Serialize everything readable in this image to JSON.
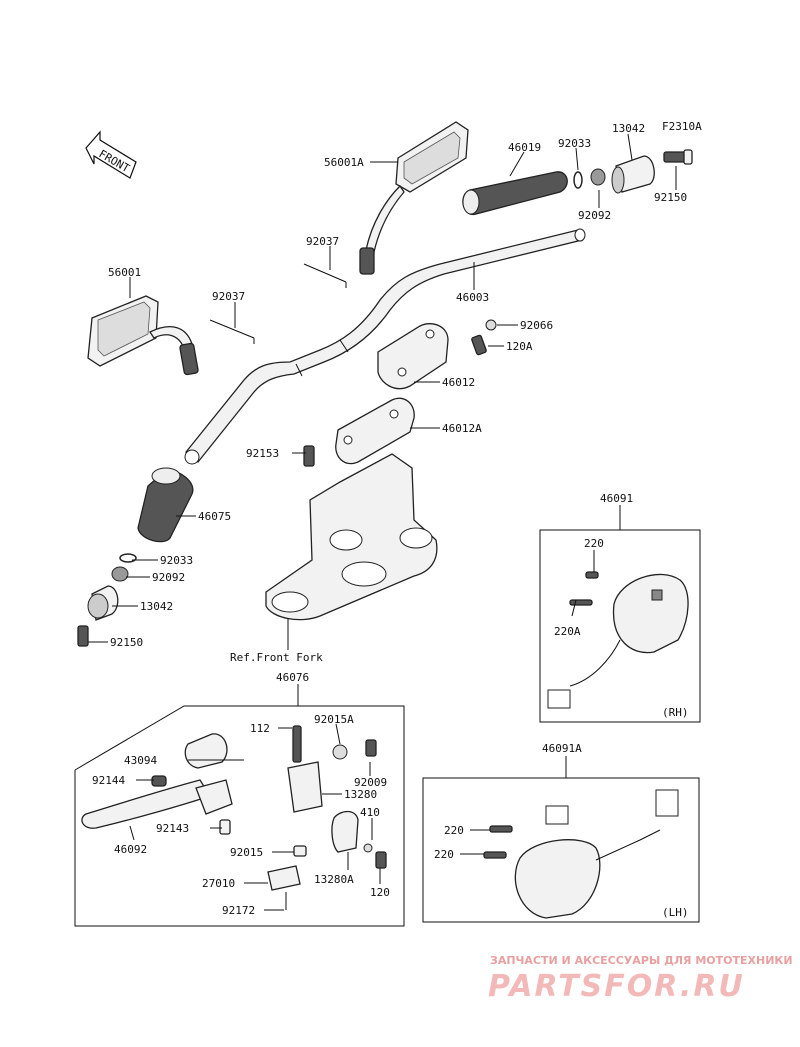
{
  "diagram_code": "F2310A",
  "front_arrow_text": "FRONT",
  "ref_note": "Ref.Front Fork",
  "labels": {
    "p56001A": "56001A",
    "p46019": "46019",
    "p92033_top": "92033",
    "p13042_top": "13042",
    "p92092_top": "92092",
    "p92150_top": "92150",
    "p92037_top": "92037",
    "p56001": "56001",
    "p92037_left": "92037",
    "p46003": "46003",
    "p92066": "92066",
    "p120A": "120A",
    "p46012": "46012",
    "p46012A": "46012A",
    "p92153": "92153",
    "p46075": "46075",
    "p92033_left": "92033",
    "p92092_left": "92092",
    "p13042_left": "13042",
    "p92150_left": "92150",
    "p46091": "46091",
    "p220_rh": "220",
    "p220A": "220A",
    "rh": "(RH)",
    "p46076": "46076",
    "p112": "112",
    "p92015A": "92015A",
    "p43094": "43094",
    "p92009": "92009",
    "p92144": "92144",
    "p13280": "13280",
    "p410": "410",
    "p92143": "92143",
    "p46092": "46092",
    "p92015": "92015",
    "p13280A": "13280A",
    "p120": "120",
    "p27010": "27010",
    "p92172": "92172",
    "p46091A": "46091A",
    "p220_lh1": "220",
    "p220_lh2": "220",
    "lh": "(LH)"
  },
  "watermark": {
    "caption": "ЗАПЧАСТИ И АКСЕССУАРЫ ДЛЯ МОТОТЕХНИКИ",
    "brand": "PARTSFOR.RU"
  }
}
